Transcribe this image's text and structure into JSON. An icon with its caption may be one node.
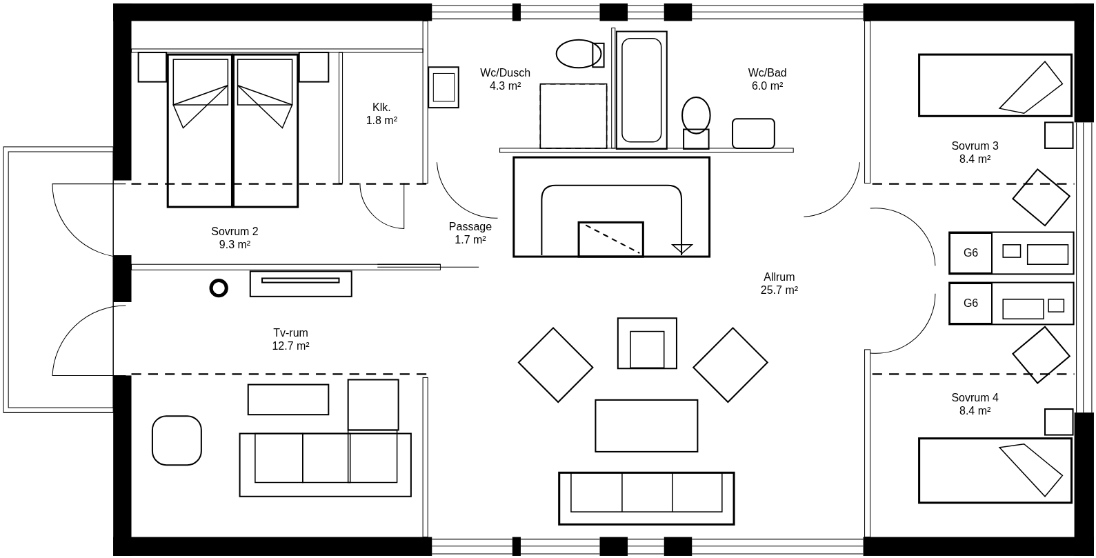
{
  "diagram": {
    "nodes": [
      {
        "text": [
          "Sovrum 2",
          "9.3 m²"
        ]
      },
      {
        "text": [
          "Klk.",
          "1.8 m²"
        ]
      },
      {
        "text": [
          "Wc/Dusch",
          "4.3 m²"
        ]
      },
      {
        "text": [
          "Wc/Bad",
          "6.0 m²"
        ]
      },
      {
        "text": [
          "Sovrum 3",
          "8.4 m²"
        ]
      },
      {
        "text": [
          "Passage",
          "1.7 m²"
        ]
      },
      {
        "text": [
          "Allrum",
          "25.7 m²"
        ]
      },
      {
        "text": [
          "G6"
        ]
      },
      {
        "text": [
          "G6"
        ]
      },
      {
        "text": [
          "Tv-rum",
          "12.7 m²"
        ]
      },
      {
        "text": [
          "Sovrum 4",
          "8.4 m²"
        ]
      }
    ]
  }
}
